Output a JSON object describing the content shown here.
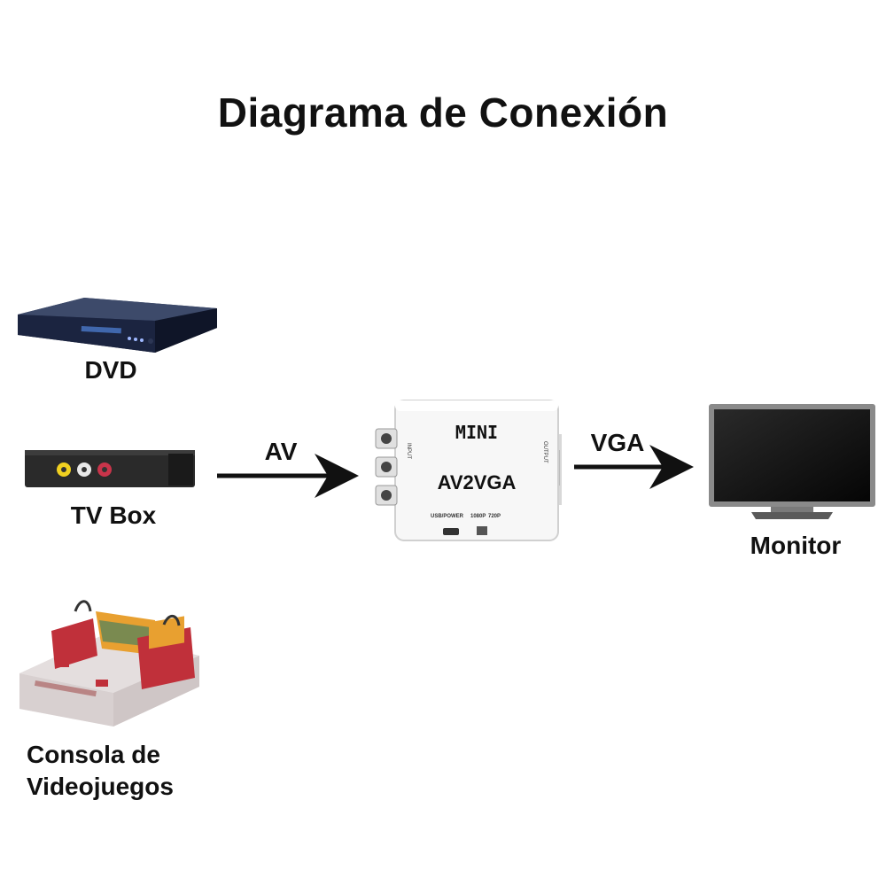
{
  "title": "Diagrama de Conexión",
  "sources": [
    {
      "label": "DVD",
      "icon": "dvd-player-icon"
    },
    {
      "label": "TV Box",
      "icon": "tv-box-icon"
    },
    {
      "label_line1": "Consola de",
      "label_line2": "Videojuegos",
      "icon": "game-console-icon"
    }
  ],
  "converter": {
    "brand": "MINI",
    "model": "AV2VGA",
    "port_input": "INPUT",
    "port_output": "OUTPUT",
    "port_power": "USB/POWER",
    "switch_a": "1080P",
    "switch_b": "720P",
    "icon": "av2vga-converter-icon"
  },
  "connections": {
    "input_label": "AV",
    "output_label": "VGA"
  },
  "destination": {
    "label": "Monitor",
    "icon": "monitor-icon"
  },
  "colors": {
    "dvd_body": "#1f2a44",
    "rca_yellow": "#f0d020",
    "rca_red": "#c8344a",
    "console_red": "#c0303a",
    "console_cart": "#e8a030"
  }
}
